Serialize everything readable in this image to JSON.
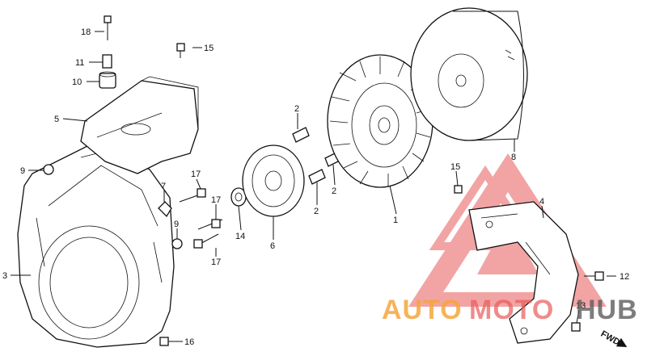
{
  "callouts": {
    "c1": "1",
    "c2a": "2",
    "c2b": "2",
    "c2c": "2",
    "c3": "3",
    "c4": "4",
    "c5": "5",
    "c6": "6",
    "c7": "7",
    "c8": "8",
    "c9a": "9",
    "c9b": "9",
    "c10": "10",
    "c11": "11",
    "c12": "12",
    "c13": "13",
    "c14": "14",
    "c15a": "15",
    "c15b": "15",
    "c16": "16",
    "c17a": "17",
    "c17b": "17",
    "c17c": "17",
    "c18": "18"
  },
  "watermark": {
    "auto": "AUTO",
    "moto": "MOTO",
    "hub": "HUB",
    "colors": {
      "logo_red": "#e85a5a",
      "auto_orange": "#f4a63c",
      "hub_gray": "#5d5d5d"
    }
  },
  "direction": {
    "label": "FWD"
  }
}
